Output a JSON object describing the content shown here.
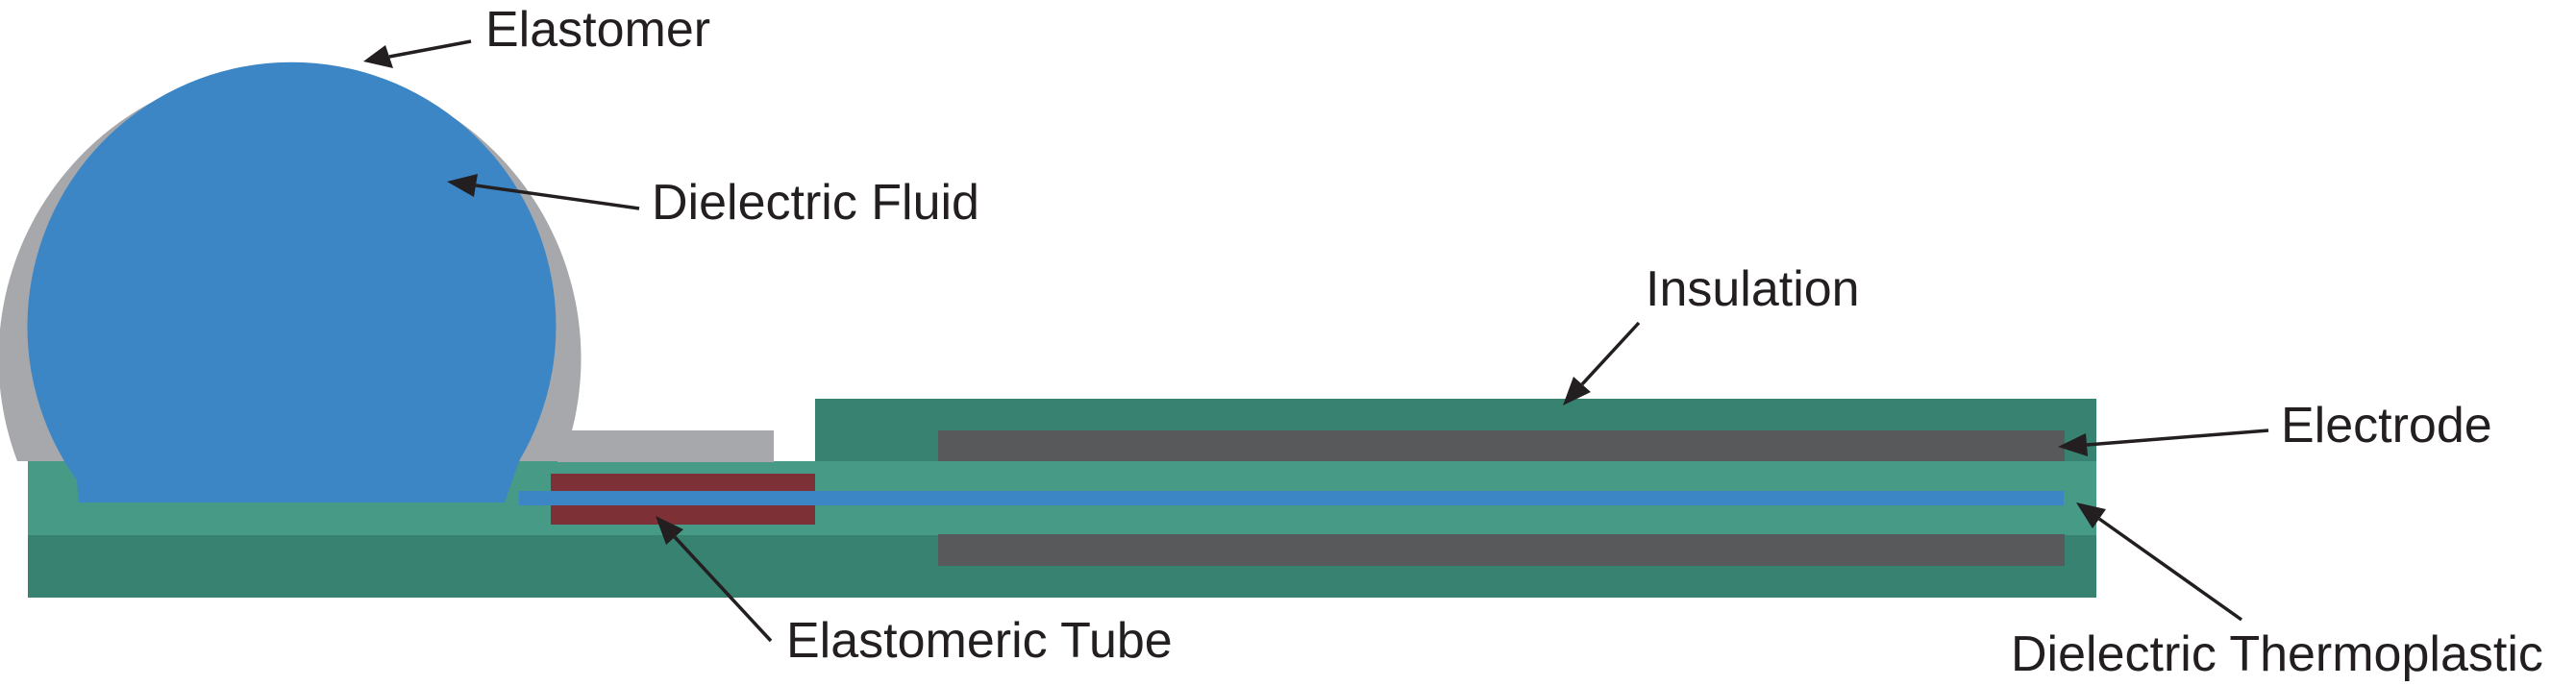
{
  "labels": {
    "elastomer": "Elastomer",
    "dielectric_fluid": "Dielectric Fluid",
    "insulation": "Insulation",
    "electrode": "Electrode",
    "elastomeric_tube": "Elastomeric Tube",
    "dielectric_thermoplastic": "Dielectric Thermoplastic"
  },
  "colors": {
    "elastomer": "#a6a8ab",
    "dielectric_fluid": "#3d86c6",
    "insulation": "#378270",
    "thermoplastic": "#469a86",
    "electrode": "#58595b",
    "elastomeric_tube": "#7d3035",
    "label_text": "#231f20"
  }
}
